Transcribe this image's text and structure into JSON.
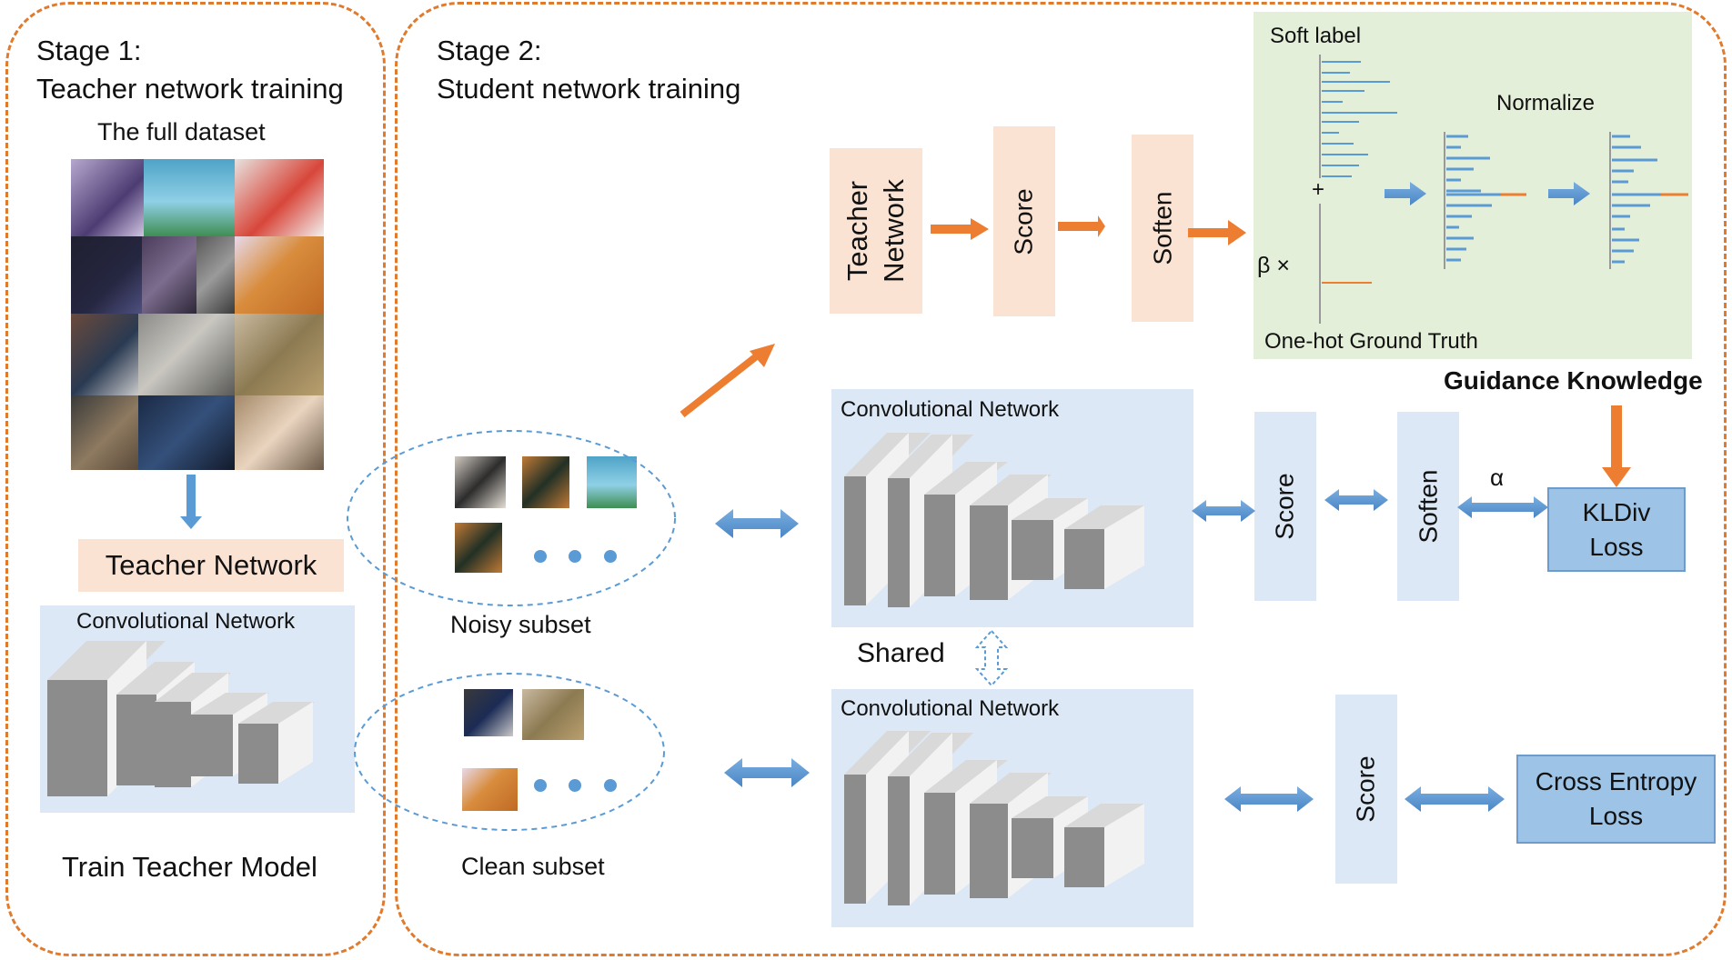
{
  "stage1": {
    "title": "Stage 1:",
    "subtitle": "Teacher network training",
    "dataset_label": "The full dataset",
    "teacher_network_label": "Teacher Network",
    "conv_label": "Convolutional Network",
    "footer_label": "Train Teacher Model"
  },
  "stage2": {
    "title": "Stage 2:",
    "subtitle": "Student network training",
    "teacher_box_label": "Teacher Network",
    "score_label": "Score",
    "soften_label": "Soften",
    "soft_label": "Soft label",
    "normalize_label": "Normalize",
    "plus": "+",
    "beta_times": "β ×",
    "onehot_label": "One-hot Ground Truth",
    "guidance_label": "Guidance Knowledge",
    "conv_top_label": "Convolutional Network",
    "conv_bottom_label": "Convolutional Network",
    "shared_label": "Shared",
    "noisy_label": "Noisy subset",
    "clean_label": "Clean subset",
    "alpha": "α",
    "kldiv_line1": "KLDiv",
    "kldiv_line2": "Loss",
    "ce_line1": "Cross Entropy",
    "ce_line2": "Loss",
    "score_mid": "Score",
    "soften_mid": "Soften",
    "score_bottom": "Score"
  },
  "colors": {
    "orange": "#ed7d31",
    "blue": "#5b9bd5",
    "peach": "#fbe3d4",
    "light_blue": "#dce8f5",
    "green_panel": "#e3efd9",
    "loss_blue": "#9dc3e6"
  }
}
